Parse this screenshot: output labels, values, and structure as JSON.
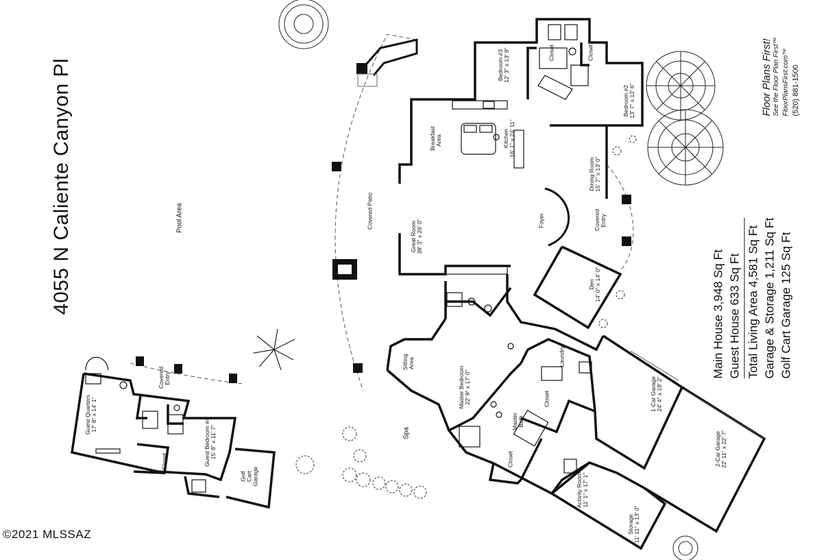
{
  "title": "4055 N Caliente Canyon Pl",
  "stats": {
    "main_house": "Main House 3,948 Sq Ft",
    "guest_house": "Guest House 633 Sq Ft",
    "total_living": "Total Living Area 4,581 Sq Ft",
    "garage_storage": "Garage & Storage 1,211 Sq Ft",
    "golf_cart": "Golf Cart Garage 125 Sq Ft"
  },
  "brand": {
    "logo": "Floor Plans First!",
    "tagline": "See the Floor Plan First™",
    "website": "FloorPlansFirst.com™",
    "phone": "(520) 881-1500"
  },
  "copyright": "©2021 MLSSAZ",
  "areas": {
    "pool": "Pool Area",
    "covered_patio": "Covered Patio",
    "spa": "Spa",
    "sitting": "Sitting Area",
    "foyer": "Foyer",
    "covered_entry": "Covered Entry",
    "guest_covered_entry": "Covered Entry"
  },
  "rooms": {
    "bedroom3": {
      "name": "Bedroom #3",
      "dims": "12' 3\" x 13' 9\""
    },
    "bedroom2": {
      "name": "Bedroom #2",
      "dims": "13' 7\" x 12' 6\""
    },
    "closet_a": "Closet",
    "closet_b": "Closet",
    "breakfast": "Breakfast Area",
    "kitchen": {
      "name": "Kitchen",
      "dims": "16' 1\" x 24' 11\""
    },
    "dining": {
      "name": "Dining Room",
      "dims": "15' 7\" x 13' 0\""
    },
    "great_room": {
      "name": "Great Room",
      "dims": "39' 3\" x 26' 0\""
    },
    "den": {
      "name": "Den",
      "dims": "14' 0\" x 14' 0\""
    },
    "laundry": "Laundry",
    "master_bedroom": {
      "name": "Master Bedroom",
      "dims": "22' 9\" x 17' 0\""
    },
    "master_bath": "Master Bath",
    "closet_c": "Closet",
    "closet_d": "Closet",
    "garage1": {
      "name": "1-Car Garage",
      "dims": "24' 4\" x 19' 2\""
    },
    "garage2": {
      "name": "2-Car Garage",
      "dims": "22' 11\" x 22' 7\""
    },
    "activity": {
      "name": "Activity Room",
      "dims": "11' 1\" x 17' 1\""
    },
    "storage": {
      "name": "Storage",
      "dims": "11' 11\" x 13' 0\""
    },
    "guest_quarters": {
      "name": "Guest Quarters",
      "dims": "17' 8\" x 14' 1\""
    },
    "guest_bedroom4": {
      "name": "Guest Bedroom #4",
      "dims": "15' 8\" x 11' 7\""
    },
    "guest_closet": "Closet",
    "golf_cart_garage": "Golf Cart Garage"
  }
}
